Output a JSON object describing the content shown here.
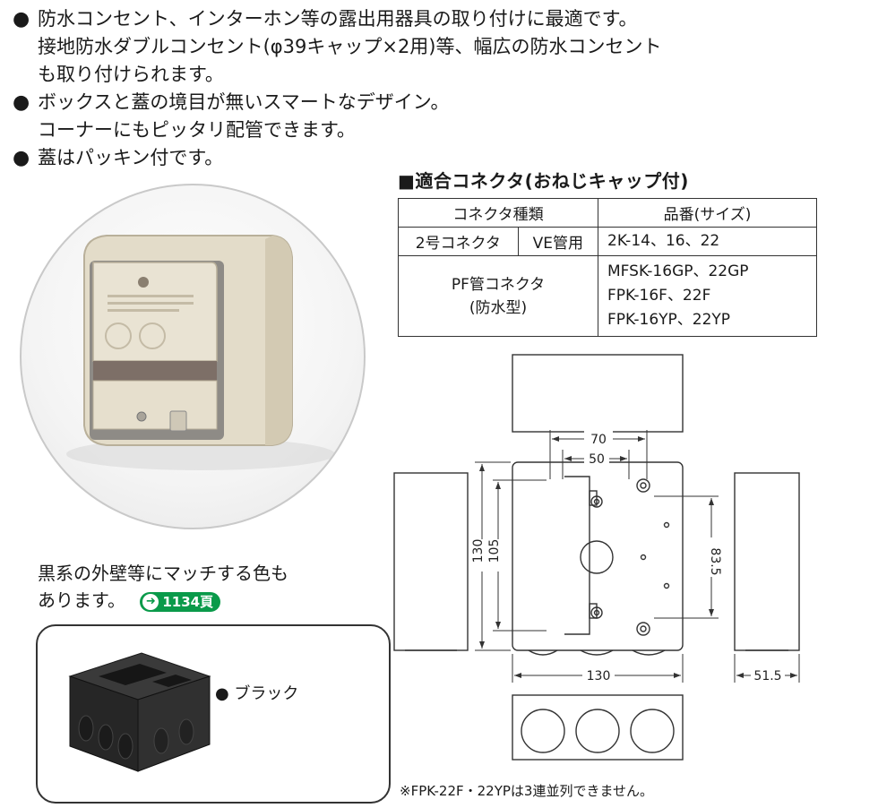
{
  "features": [
    {
      "lines": [
        "防水コンセント、インターホン等の露出用器具の取り付けに最適です。",
        "接地防水ダブルコンセント(φ39キャップ×2用)等、幅広の防水コンセント",
        "も取り付けられます。"
      ]
    },
    {
      "lines": [
        "ボックスと蓋の境目が無いスマートなデザイン。",
        "コーナーにもピッタリ配管できます。"
      ]
    },
    {
      "lines": [
        "蓋はパッキン付です。"
      ]
    }
  ],
  "bullet": "●",
  "connector_table": {
    "title": "■適合コネクタ(おねじキャップ付)",
    "headers": [
      "コネクタ種類",
      "品番(サイズ)"
    ],
    "rows": [
      {
        "type": "2号コネクタ",
        "subtype": "VE管用",
        "parts": [
          "2K-14、16、22"
        ]
      },
      {
        "type": "PF管コネクタ",
        "type2": "(防水型)",
        "parts": [
          "MFSK-16GP、22GP",
          "FPK-16F、22F",
          "FPK-16YP、22YP"
        ]
      }
    ]
  },
  "black_note": {
    "line1": "黒系の外壁等にマッチする色も",
    "line2": "あります。",
    "page_ref": "1134頁"
  },
  "black_variant_label": "● ブラック",
  "dimensions": {
    "top_width_outer": "70",
    "top_width_inner": "50",
    "height_outer": "130",
    "height_inner": "105",
    "right_span": "83.5",
    "bottom_width": "130",
    "depth": "51.5"
  },
  "footnote": "※FPK-22F・22YPは3連並列できません。",
  "colors": {
    "badge_green": "#0a9a4a",
    "box_cream": "#e4dccb"
  }
}
